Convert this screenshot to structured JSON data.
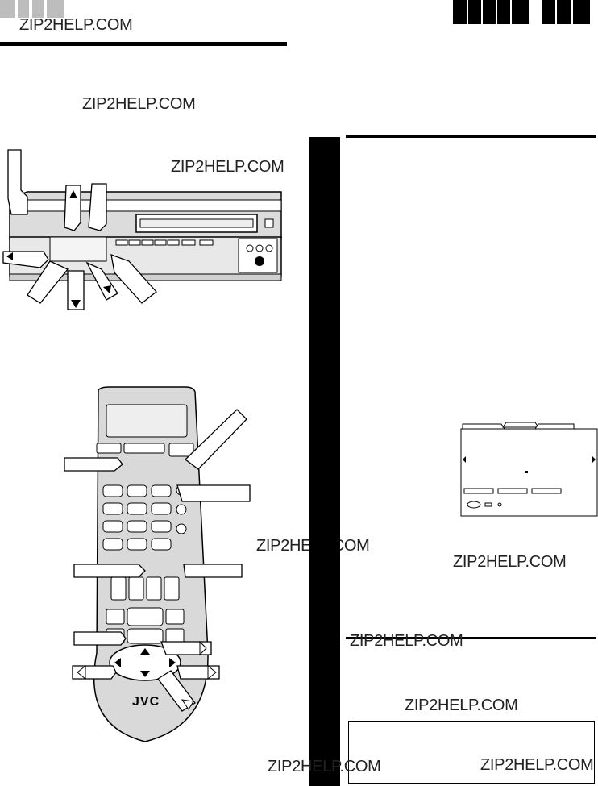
{
  "watermarks": [
    "ZIP2HELP.COM",
    "ZIP2HELP.COM",
    "ZIP2HELP.COM",
    "ZIP2HELP.COM",
    "ZIP2HELP.COM",
    "ZIP2HELP.COM",
    "ZIP2HELP.COM",
    "ZIP2HELP.COM",
    "ZIP2HELP.COM"
  ],
  "remote": {
    "brand": "JVC"
  },
  "colors": {
    "ink": "#000000",
    "paper": "#ffffff",
    "gray": "#bdbdbd",
    "mid": "#9a9a9a"
  }
}
